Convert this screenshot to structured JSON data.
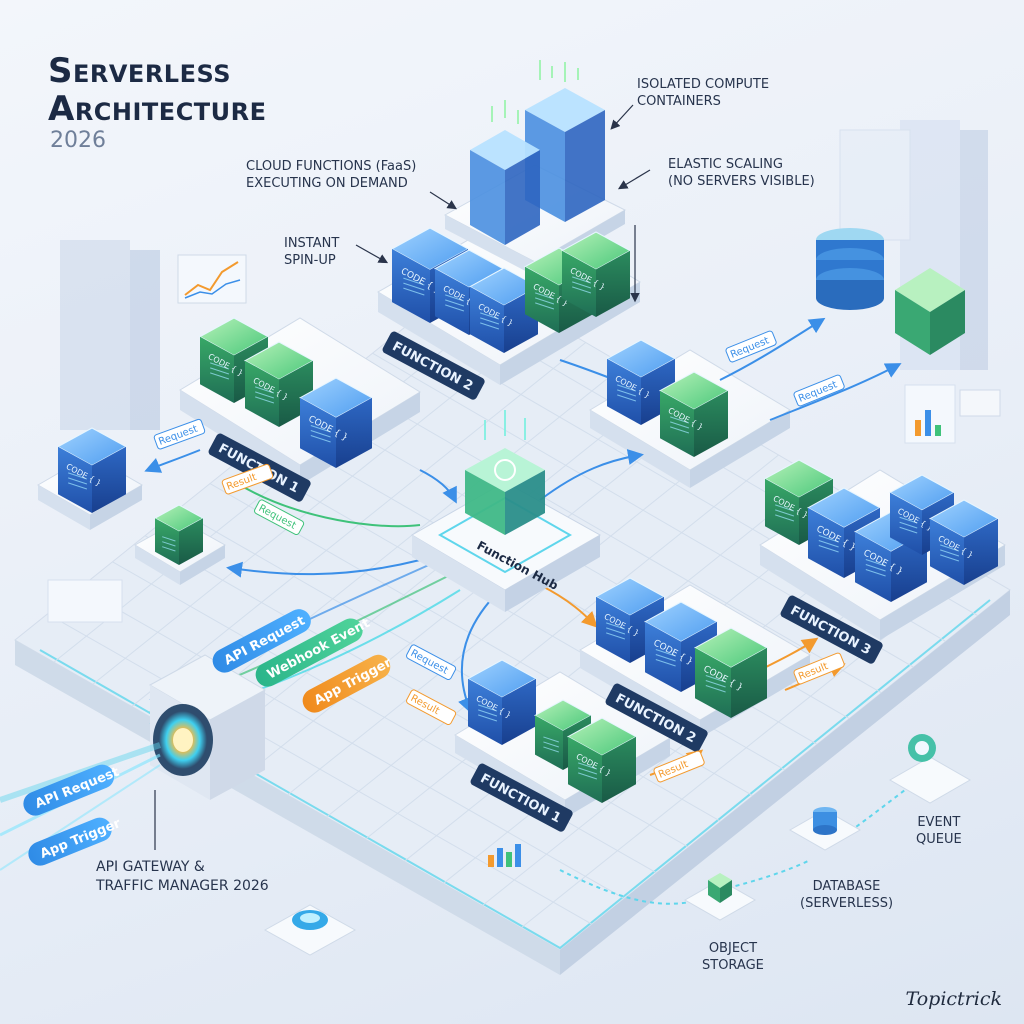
{
  "title": {
    "line1": "Serverless",
    "line2": "Architecture",
    "year": "2026"
  },
  "callouts": {
    "isolated_compute": "ISOLATED COMPUTE\nCONTAINERS",
    "cloud_functions": "CLOUD FUNCTIONS (FaaS)\nEXECUTING ON DEMAND",
    "elastic_scaling": "ELASTIC SCALING\n(NO SERVERS VISIBLE)",
    "instant_spinup": "INSTANT\nSPIN-UP",
    "api_gateway": "API GATEWAY &\nTRAFFIC MANAGER 2026",
    "event_queue": "EVENT\nQUEUE",
    "database": "DATABASE\n(SERVERLESS)",
    "object_storage": "OBJECT\nSTORAGE"
  },
  "hub": {
    "label": "Function Hub"
  },
  "function_labels": {
    "f1_top": "FUNCTION 1",
    "f2_top": "FUNCTION 2",
    "f3": "FUNCTION 3",
    "f2_bottom": "FUNCTION 2",
    "f1_bottom": "FUNCTION 1"
  },
  "container_code_label": "CODE { }",
  "pills": {
    "api_request": "API Request",
    "webhook_event": "Webhook Event",
    "app_trigger": "App Trigger",
    "left_api_request": "API Request",
    "left_app_trigger": "App Trigger"
  },
  "flow_tags": {
    "request": "Request",
    "result": "Result"
  },
  "colors": {
    "accent_blue": "#3b8fe8",
    "accent_green": "#3fc27a",
    "accent_orange": "#f39a2e",
    "glow_cyan": "#34d7e6",
    "title_dark": "#1c2a44"
  },
  "brand": "Topictrick"
}
